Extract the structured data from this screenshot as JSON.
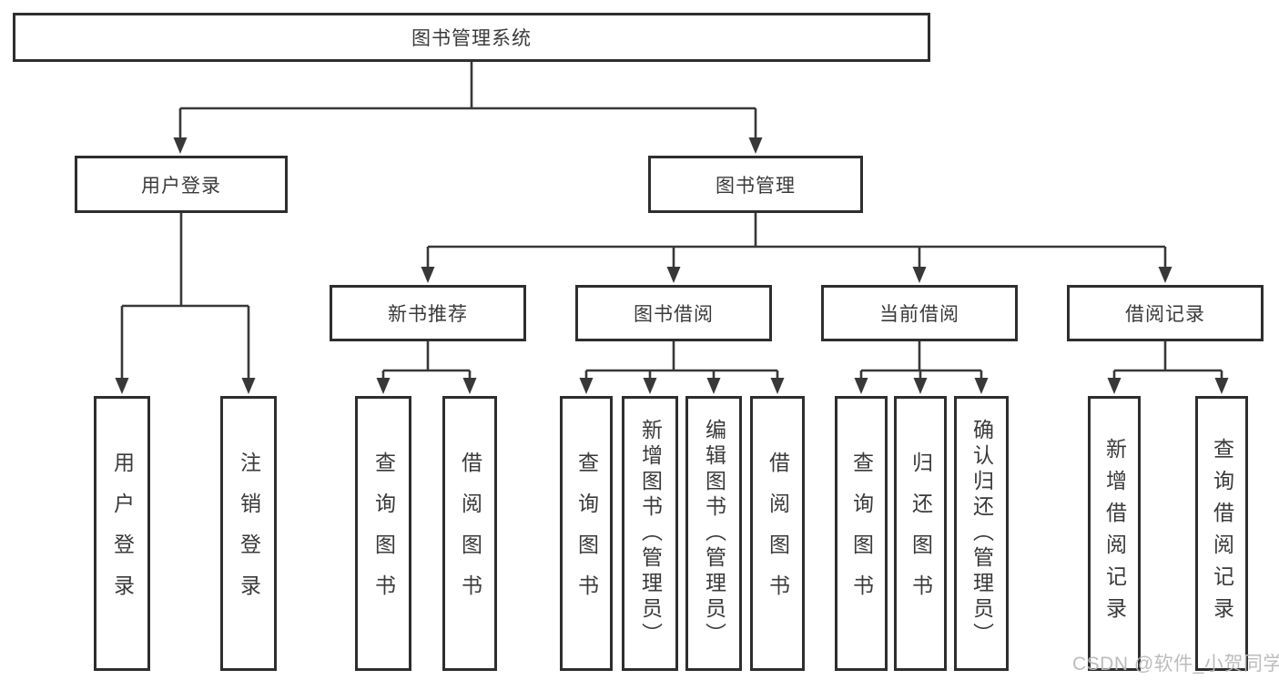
{
  "nodes": {
    "root": "图书管理系统",
    "level2": [
      "用户登录",
      "图书管理"
    ],
    "level3": [
      "新书推荐",
      "图书借阅",
      "当前借阅",
      "借阅记录"
    ],
    "leaves": {
      "user_login": [
        "用户登录",
        "注销登录"
      ],
      "new_book_recommend": [
        "查询图书",
        "借阅图书"
      ],
      "book_borrow": [
        "查询图书",
        "新增图书（管理员）",
        "编辑图书（管理员）",
        "借阅图书"
      ],
      "current_borrow": [
        "查询图书",
        "归还图书",
        "确认归还（管理员）"
      ],
      "borrow_record": [
        "新增借阅记录",
        "查询借阅记录"
      ]
    }
  },
  "watermark": "CSDN @软件_小贺同学",
  "colors": {
    "line": "#383838",
    "box_border": "#2e2e2e",
    "text": "#3a3a3a",
    "watermark": "#b9b9b9",
    "background": "#ffffff"
  }
}
